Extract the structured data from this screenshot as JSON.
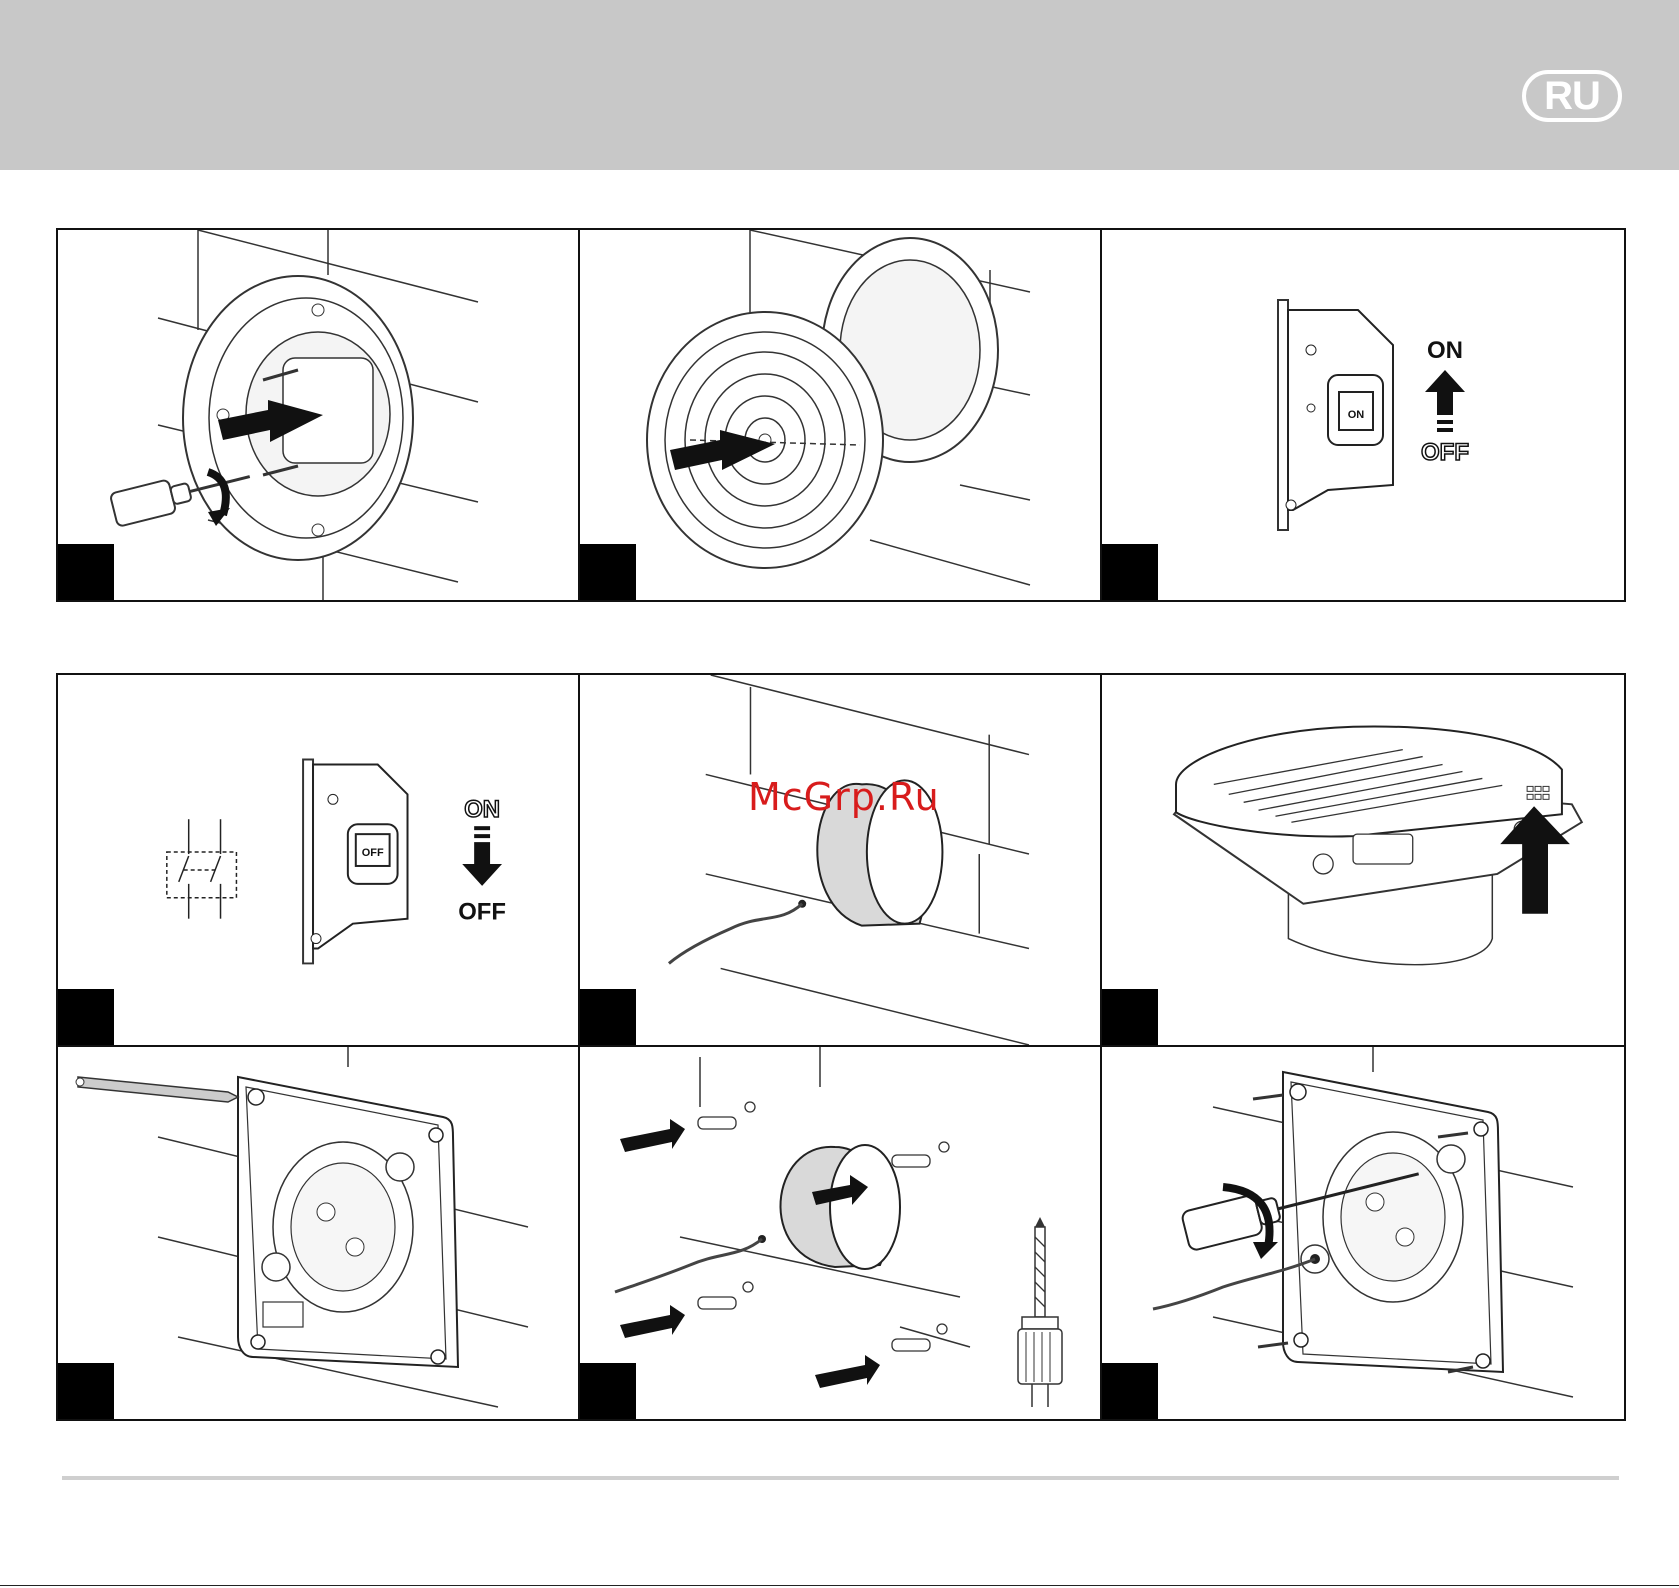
{
  "header": {
    "language_badge": "RU",
    "band_color": "#c8c8c8"
  },
  "watermark": {
    "text": "McGrp.Ru",
    "color": "#d81c1c"
  },
  "panels": [
    {
      "id": "p1",
      "content": "screwdriver fastening motor unit into wall mounting ring"
    },
    {
      "id": "p2",
      "content": "inserting circular grille onto mounting ring"
    },
    {
      "id": "p3",
      "content": "circuit breaker switched on",
      "switch": {
        "handle_label": "ON",
        "top_label": "ON",
        "bottom_label": "OFF",
        "arrow": "up"
      }
    },
    {
      "id": "p4",
      "content": "circuit breaker switched off",
      "switch": {
        "handle_label": "OFF",
        "top_label": "ON",
        "bottom_label": "OFF",
        "arrow": "down"
      }
    },
    {
      "id": "p5",
      "content": "round wall opening with cable"
    },
    {
      "id": "p6",
      "content": "fan front cover lifted from housing"
    },
    {
      "id": "p7",
      "content": "marking drill holes through base plate"
    },
    {
      "id": "p8",
      "content": "inserting wall plugs and duct"
    },
    {
      "id": "p9",
      "content": "screwing base plate to wall"
    }
  ]
}
